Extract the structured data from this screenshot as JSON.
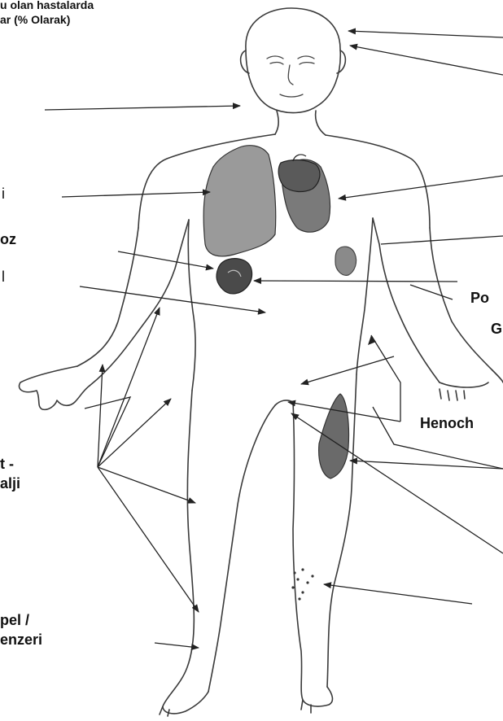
{
  "labels": {
    "caption_line1": "u olan hastalarda",
    "caption_line2": "ar (% Olarak)",
    "left_oz": "oz",
    "left_i": "i",
    "left_l": "l",
    "left_t": "t -",
    "left_alji": "alji",
    "left_pel": "pel /",
    "left_enzeri": "enzeri",
    "right_po": "Po",
    "right_g": "G",
    "right_henoch": "Henoch"
  },
  "colors": {
    "ink": "#222222",
    "organ_fill": "#8c8c8c",
    "organ_dark": "#555555",
    "text": "#111111"
  }
}
